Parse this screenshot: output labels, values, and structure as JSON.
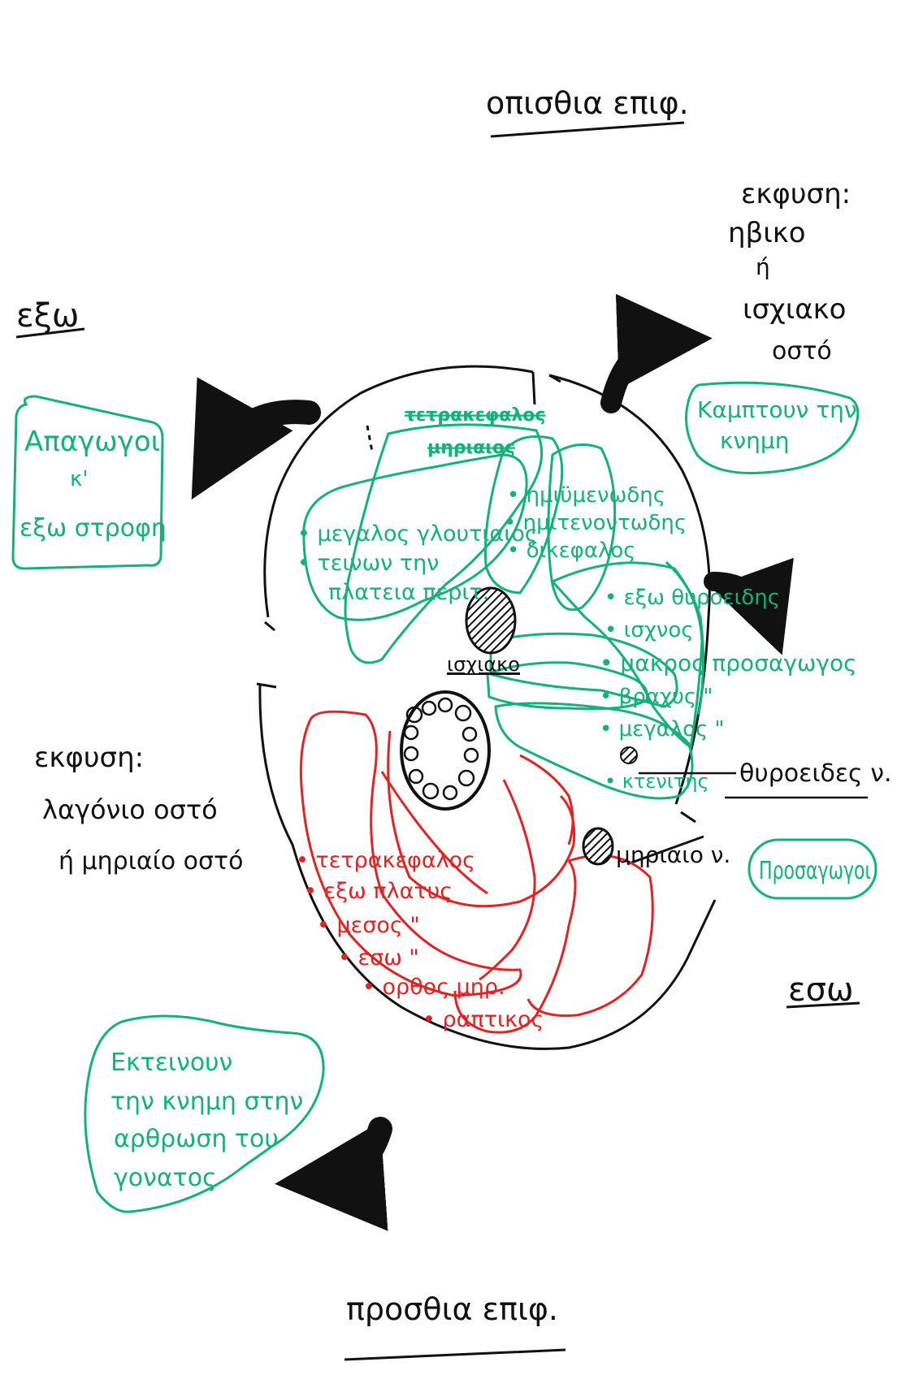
{
  "headings": {
    "posterior": "οπισθια επιφ.",
    "anterior": "προσθια επιφ.",
    "lateral": "εξω",
    "medial": "εσω"
  },
  "origin_posterior": [
    "εκφυση:",
    "ηβικο",
    "ή",
    "ισχιακο",
    "οστό"
  ],
  "origin_anterior": [
    "εκφυση:",
    "λαγόνιο οστό",
    "ή μηριαίο οστό"
  ],
  "boxes": {
    "abductors": [
      "Απαγωγοι",
      "κ'",
      "εξω στροφη"
    ],
    "flexors": [
      "Καμπτουν την",
      "κνημη"
    ],
    "adductors": "Προσαγωγοι",
    "extensors": [
      "Εκτεινουν",
      "την κνημη στην",
      "αρθρωση του",
      "γονατος"
    ]
  },
  "lateral_group": {
    "strikethrough": [
      "τετρακεφαλος",
      "μηριαιος"
    ],
    "items": [
      "• μεγαλος γλουτιαιος",
      "• τεινων την",
      "πλατεια περιτ."
    ]
  },
  "posterior_group": [
    "• ημιϋμενωδης",
    "• ημιτενοντωδης",
    "• δικεφαλος"
  ],
  "medial_group": [
    "• εξω θυροειδης",
    "• ισχνος",
    "• μακρος προσαγωγος",
    "• βραχυς \"",
    "• μεγαλος \"",
    "• κτενιτης"
  ],
  "anterior_group": [
    "• τετρακεφαλος",
    "• εξω πλατυς",
    "• μεσος \"",
    "• εσω \"",
    "• ορθος μηρ.",
    "• ραπτικος"
  ],
  "structures": {
    "ischial": "ισχιακο",
    "obturator": "θυροειδες ν.",
    "femoral": "μηριαιο ν."
  },
  "colors": {
    "ink": "#111111",
    "green": "#12b27a",
    "red": "#e52222"
  }
}
